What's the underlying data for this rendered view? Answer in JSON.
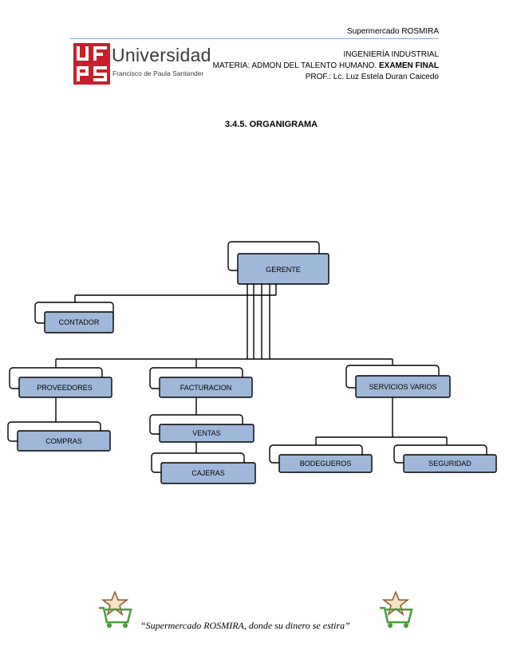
{
  "header": {
    "store": "Supermercado ROSMIRA",
    "program": "INGENIERÍA INDUSTRIAL",
    "subject_prefix": "MATERIA: ADMON DEL TALENTO HUMANO.",
    "subject_exam": "EXAMEN FINAL",
    "professor": "PROF.: Lc. Luz Estela Duran Caicedo"
  },
  "logo": {
    "letters": [
      "U",
      "F",
      "P",
      "S"
    ],
    "word": "Universidad",
    "sub": "Francisco de Paula Santander",
    "color": "#c8202a"
  },
  "section": {
    "title": "3.4.5.  ORGANIGRAMA"
  },
  "org": {
    "box_fill": "#9fb8d9",
    "nodes": {
      "gerente": "GERENTE",
      "contador": "CONTADOR",
      "proveedores": "PROVEEDORES",
      "facturacion": "FACTURACION",
      "servicios": "SERVICIOS VARIOS",
      "compras": "COMPRAS",
      "ventas": "VENTAS",
      "cajeras": "CAJERAS",
      "bodegueros": "BODEGUEROS",
      "seguridad": "SEGURIDAD"
    }
  },
  "footer": {
    "slogan": "“Supermercado ROSMIRA, donde su dinero se estira”",
    "icon": "shopping-cart-star-icon"
  }
}
